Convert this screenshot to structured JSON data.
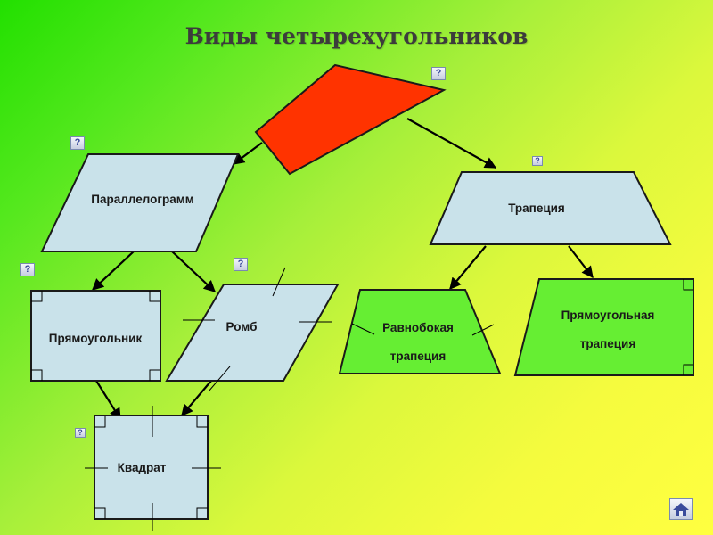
{
  "title": "Виды четырехугольников",
  "help_mark": "?",
  "nodes": {
    "parallelogram": "Параллелограмм",
    "trapezoid": "Трапеция",
    "rectangle": "Прямоугольник",
    "rhombus": "Ромб",
    "isosceles_trapezoid": [
      "Равнобокая",
      "трапеция"
    ],
    "right_trapezoid": [
      "Прямоугольная",
      "трапеция"
    ],
    "square": "Квадрат"
  },
  "icons": {
    "home": "home-icon",
    "help": "question-mark-icon"
  },
  "colors": {
    "top_quadrilateral": "#ff3300",
    "blue_shapes": "#c9e2ea",
    "green_shapes": "#66ee33"
  }
}
